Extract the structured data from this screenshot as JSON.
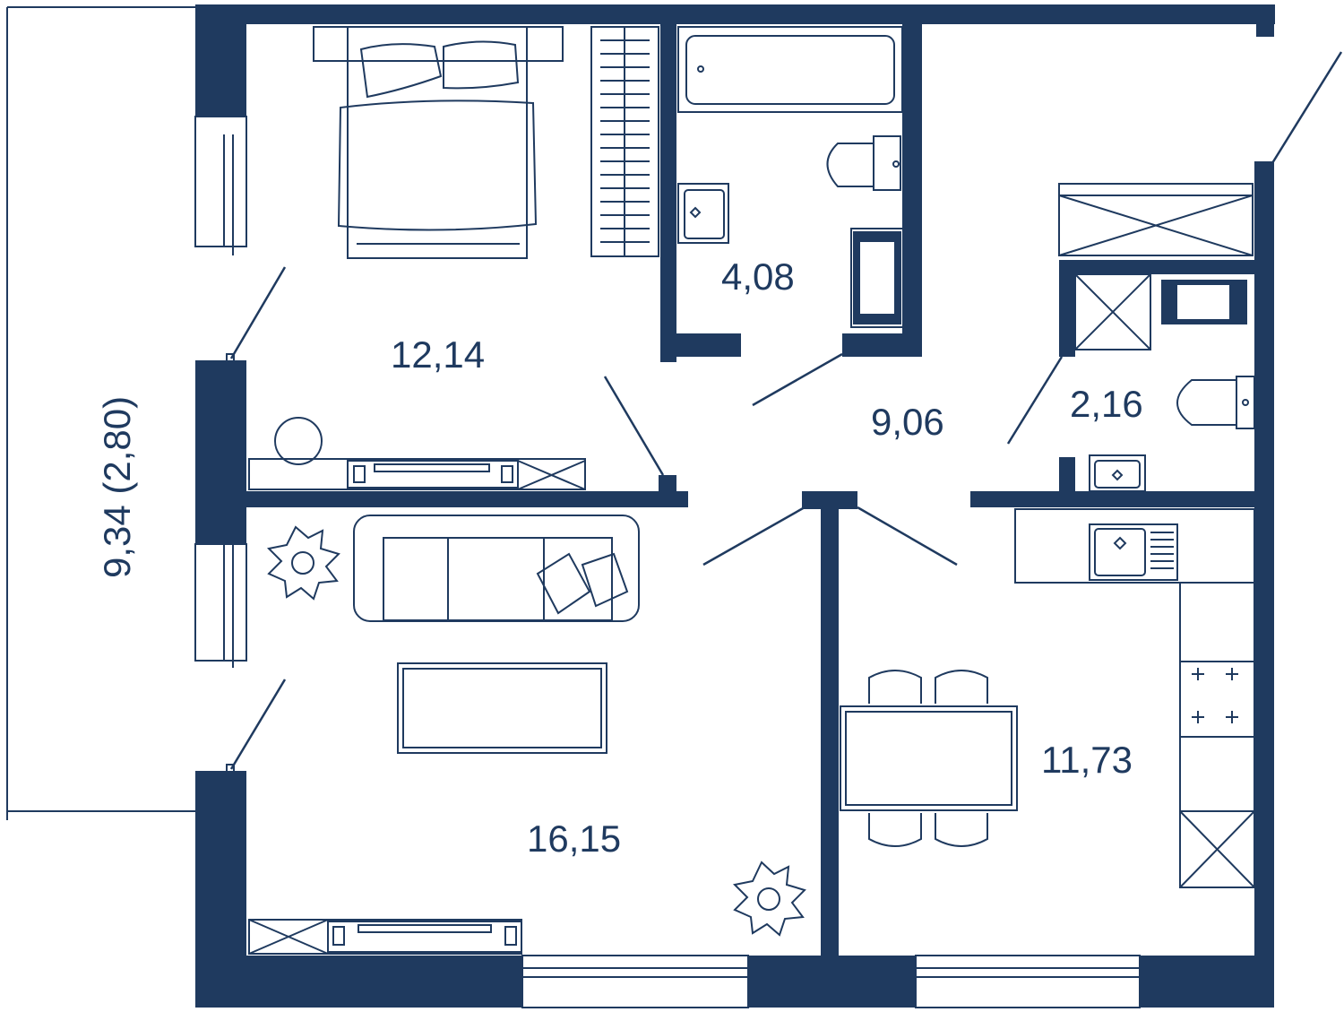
{
  "plan": {
    "colors": {
      "wall": "#1f3a5f",
      "background": "#ffffff"
    },
    "rooms": {
      "bedroom_area": "12,14",
      "bathroom_area": "4,08",
      "hallway_area": "9,06",
      "wc_area": "2,16",
      "living_area": "16,15",
      "kitchen_area": "11,73"
    },
    "balcony_area": "9,34 (2,80)"
  }
}
